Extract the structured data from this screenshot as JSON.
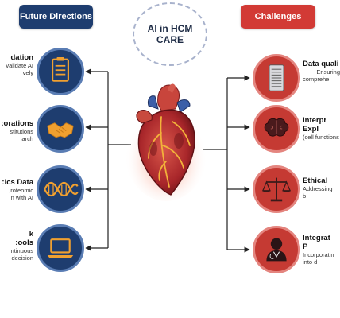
{
  "center": {
    "line1": "AI in HCM",
    "line2": "CARE"
  },
  "future_directions": {
    "header": "Future Directions",
    "items": [
      {
        "title": "dation",
        "desc1": "validate AI",
        "desc2": "vely",
        "icon": "clipboard-icon"
      },
      {
        "title": "orations:",
        "desc1": "stitutions",
        "desc2": "arch",
        "icon": "handshake-icon"
      },
      {
        "title": "ics Data:",
        "desc1": "roteomic,",
        "desc2": "n with AI",
        "icon": "dna-icon"
      },
      {
        "title": "k",
        "title2": "ools:",
        "desc1": "ntinuous",
        "desc2": "decision",
        "icon": "laptop-icon"
      }
    ]
  },
  "challenges": {
    "header": "Challenges",
    "items": [
      {
        "title": "Data quali",
        "desc1": "Ensuring",
        "desc2": "comprehe",
        "icon": "server-icon"
      },
      {
        "title": "Interpr",
        "title2": "Expl",
        "desc1": "(cell functions",
        "icon": "brain-icon"
      },
      {
        "title": "Ethical",
        "desc1": "Addressing",
        "desc2": "b",
        "icon": "scales-icon"
      },
      {
        "title": "Integrat",
        "title2": "P",
        "desc1": "Incorporatin",
        "desc2": "into d",
        "icon": "doctor-icon"
      }
    ]
  },
  "colors": {
    "navy": "#1e3d6f",
    "red": "#d23a35",
    "icon_orange": "#f0a030"
  }
}
